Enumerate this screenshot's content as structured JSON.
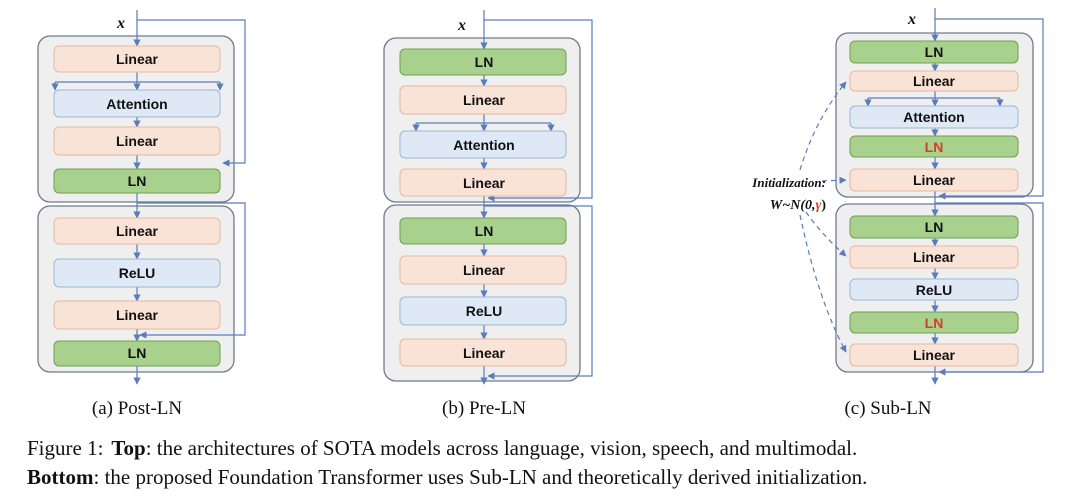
{
  "input_label": "x",
  "diagrams": [
    {
      "id": "post_ln",
      "caption": "(a) Post-LN",
      "block1": [
        "Linear",
        "Attention",
        "Linear",
        "LN"
      ],
      "block2": [
        "Linear",
        "ReLU",
        "Linear",
        "LN"
      ]
    },
    {
      "id": "pre_ln",
      "caption": "(b) Pre-LN",
      "block1": [
        "LN",
        "Linear",
        "Attention",
        "Linear"
      ],
      "block2": [
        "LN",
        "Linear",
        "ReLU",
        "Linear"
      ]
    },
    {
      "id": "sub_ln",
      "caption": "(c) Sub-LN",
      "block1": [
        "LN",
        "Linear",
        "Attention",
        "LN",
        "Linear"
      ],
      "block2": [
        "LN",
        "Linear",
        "ReLU",
        "LN",
        "Linear"
      ]
    }
  ],
  "init_label_line1": "Initialization:",
  "init_label_line2": "W~N(0,γ)",
  "figure_caption": {
    "label": "Figure 1:",
    "top_bold": "Top",
    "top_text": ": the architectures of SOTA models across language, vision, speech, and multimodal.",
    "bottom_bold": "Bottom",
    "bottom_text": ": the proposed Foundation Transformer uses Sub-LN and theoretically derived initialization."
  },
  "colors": {
    "linear_fill": "#f9e3d6",
    "linear_stroke": "#e6b9a0",
    "attention_fill": "#dfe9f5",
    "attention_stroke": "#9bb6d6",
    "ln_fill": "#a9d18e",
    "ln_stroke": "#6f9f52",
    "block_fill": "#efefef",
    "block_stroke": "#6e7b8f",
    "arrow": "#5b7cb8",
    "highlight_text": "#e03b24"
  }
}
